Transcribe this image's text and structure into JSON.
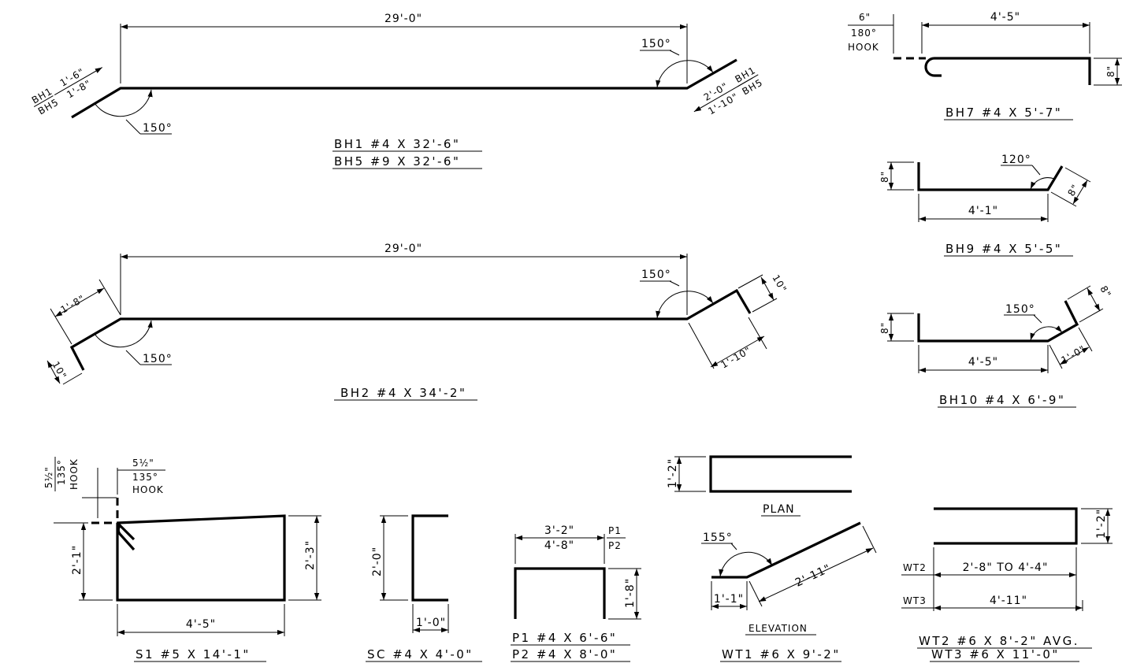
{
  "bh1": {
    "dim_top": "29'-0\"",
    "angle_left": "150°",
    "angle_right": "150°",
    "left_top": "1'-6\"",
    "left_bottom": "1'-8\"",
    "left_tag_top": "BH1",
    "left_tag_bottom": "BH5",
    "right_top": "2'-0\"",
    "right_bottom": "1'-10\"",
    "right_tag_top": "BH1",
    "right_tag_bottom": "BH5",
    "label_1": "BH1  #4  X  32'-6\"",
    "label_2": "BH5  #9  X  32'-6\""
  },
  "bh2": {
    "dim_top": "29'-0\"",
    "angle_left": "150°",
    "angle_right": "150°",
    "left_leg": "1'-8\"",
    "left_hook": "10\"",
    "right_leg": "1'-10\"",
    "right_hook": "10\"",
    "label": "BH2  #4  X  34'-2\""
  },
  "bh7": {
    "hook_len": "6\"",
    "hook_angle": "180°",
    "hook_word": "HOOK",
    "dim_top": "4'-5\"",
    "dim_side": "8\"",
    "label": "BH7  #4  X  5'-7\""
  },
  "bh9": {
    "dim_side": "8\"",
    "angle": "120°",
    "dim_bottom": "4'-1\"",
    "dim_leg": "8\"",
    "label": "BH9  #4  X  5'-5\""
  },
  "bh10": {
    "dim_side": "8\"",
    "angle": "150°",
    "dim_bottom": "4'-5\"",
    "dim_leg": "1'-0\"",
    "dim_top_leg": "8\"",
    "label": "BH10  #4  X  6'-9\""
  },
  "s1": {
    "hook1_len": "5½\"",
    "hook1_angle": "135°",
    "hook1_word": "HOOK",
    "hook2_len": "5½\"",
    "hook2_angle": "135°",
    "hook2_word": "HOOK",
    "dim_left": "2'-1\"",
    "dim_right": "2'-3\"",
    "dim_bottom": "4'-5\"",
    "label": "S1  #5  X  14'-1\""
  },
  "sc": {
    "dim_side": "2'-0\"",
    "dim_bottom": "1'-0\"",
    "label": "SC  #4  X  4'-0\""
  },
  "p": {
    "dim_p1": "3'-2\"",
    "dim_p2": "4'-8\"",
    "tag_p1": "P1",
    "tag_p2": "P2",
    "dim_side": "1'-8\"",
    "label_1": "P1  #4  X  6'-6\"",
    "label_2": "P2  #4  X  8'-0\""
  },
  "wt1": {
    "plan_dim": "1'-2\"",
    "plan_label": "PLAN",
    "angle": "155°",
    "dim_slope": "2'-11\"",
    "dim_flat": "1'-1\"",
    "elev_label": "ELEVATION",
    "label": "WT1  #6  X  9'-2\""
  },
  "wt23": {
    "dim_side": "1'-2\"",
    "tag_wt2": "WT2",
    "dim_wt2": "2'-8\"  TO  4'-4\"",
    "tag_wt3": "WT3",
    "dim_wt3": "4'-11\"",
    "label_1": "WT2  #6  X  8'-2\"  AVG.",
    "label_2": "WT3  #6  X  11'-0\""
  }
}
